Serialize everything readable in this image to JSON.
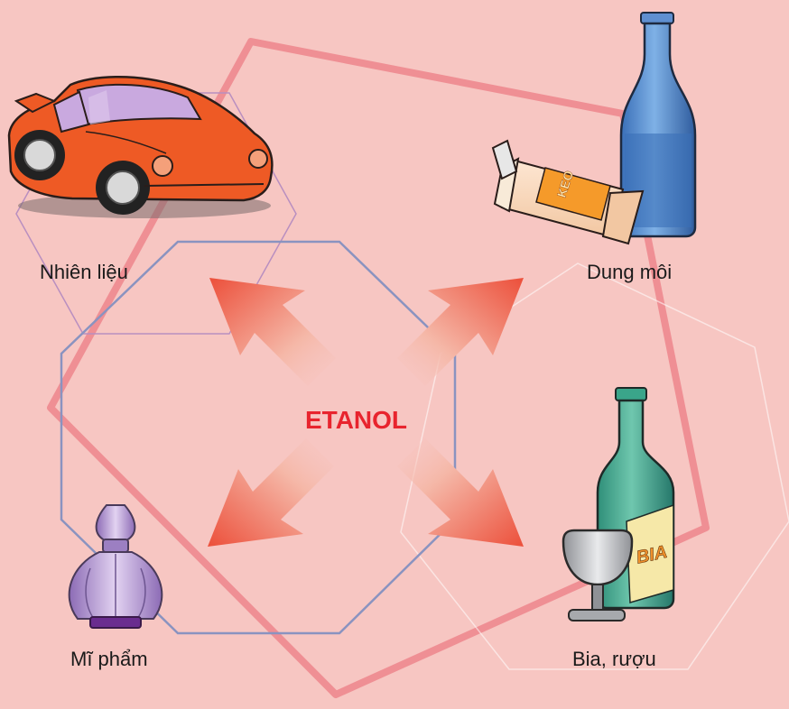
{
  "center": {
    "label": "ETANOL",
    "color": "#e8242e"
  },
  "uses": [
    {
      "id": "fuel",
      "label": "Nhiên liệu",
      "icon": "sports-car-icon"
    },
    {
      "id": "solvent",
      "label": "Dung môi",
      "icon": "glue-tube-and-bottle-icon"
    },
    {
      "id": "cosmetics",
      "label": "Mĩ phẩm",
      "icon": "perfume-bottle-icon"
    },
    {
      "id": "beverages",
      "label": "Bia, rượu",
      "icon": "beer-bottle-and-glass-icon"
    }
  ],
  "glue_tube_text": "KEO",
  "beer_bottle_text": "BIA",
  "colors": {
    "background": "#f7c6c2",
    "arrow": "#f0604a",
    "center_octagon": "#8a93c0",
    "big_outline": "#ef8f94"
  }
}
